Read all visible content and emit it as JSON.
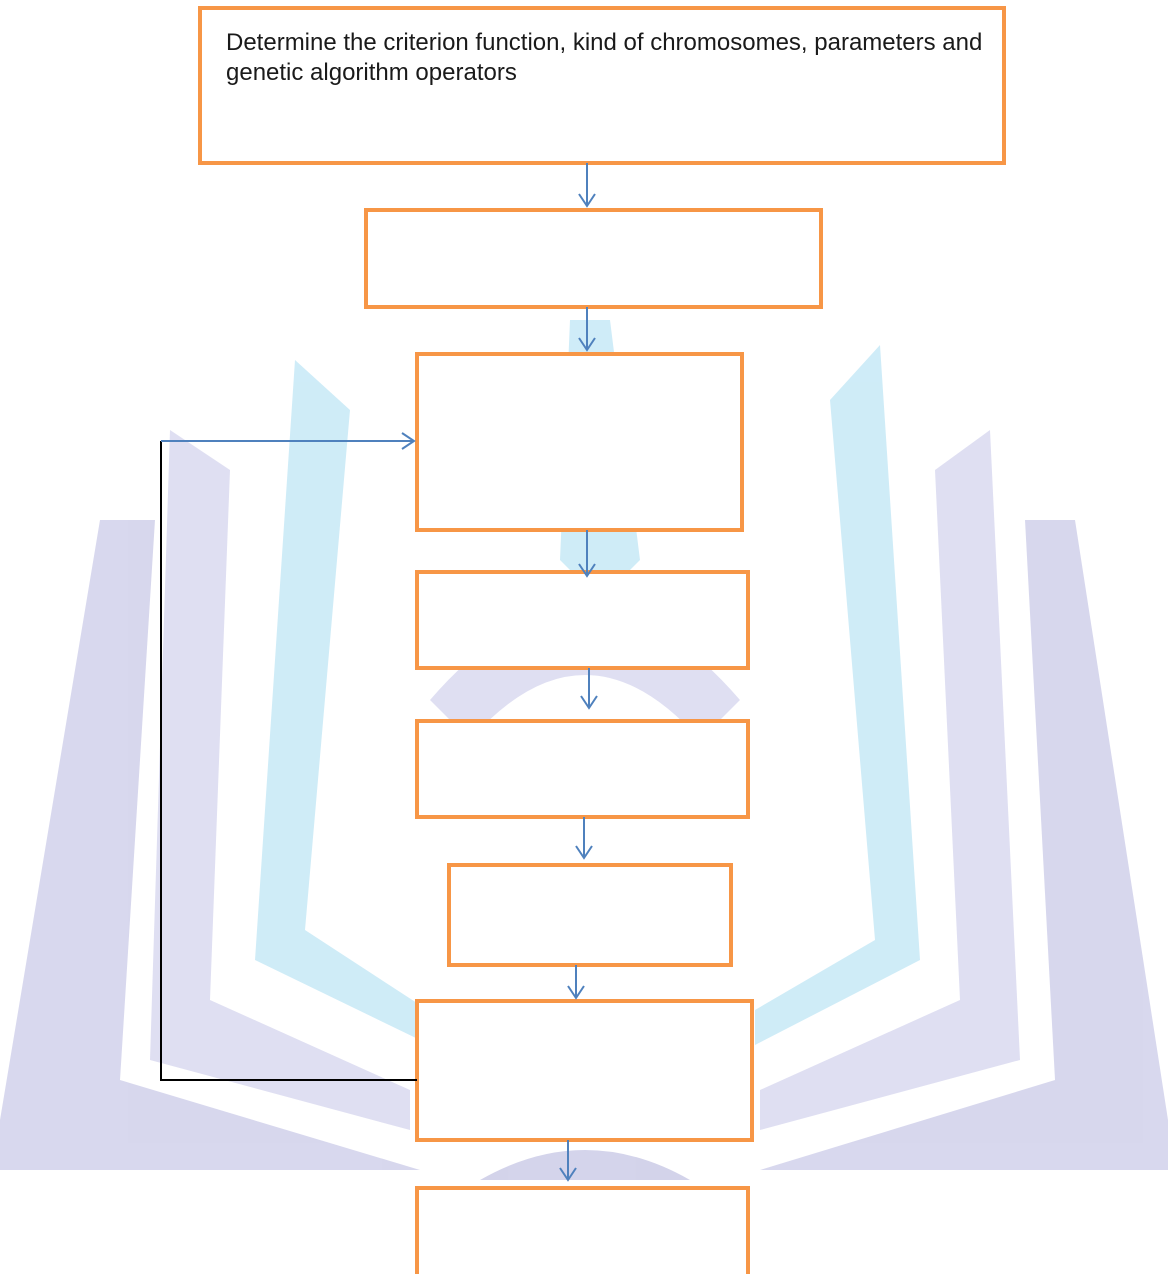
{
  "diagram": {
    "type": "flowchart",
    "colors": {
      "box_border": "#F79646",
      "arrow": "#4F81BD",
      "feedback_line": "#000000",
      "watermark_blue": "#B3B3DD",
      "watermark_cyan": "#7FD4F0"
    },
    "nodes": [
      {
        "id": "step1",
        "text": "Determine the criterion function, kind of chromosomes, parameters and genetic algorithm operators"
      },
      {
        "id": "step2",
        "text": ""
      },
      {
        "id": "step3",
        "text": ""
      },
      {
        "id": "step4",
        "text": ""
      },
      {
        "id": "step5",
        "text": ""
      },
      {
        "id": "step6",
        "text": ""
      },
      {
        "id": "step7",
        "text": ""
      },
      {
        "id": "step8",
        "text": ""
      }
    ],
    "edges": [
      {
        "from": "step1",
        "to": "step2"
      },
      {
        "from": "step2",
        "to": "step3"
      },
      {
        "from": "step3",
        "to": "step4"
      },
      {
        "from": "step4",
        "to": "step5"
      },
      {
        "from": "step5",
        "to": "step6"
      },
      {
        "from": "step6",
        "to": "step7"
      },
      {
        "from": "step7",
        "to": "step8"
      },
      {
        "from": "step7",
        "to": "step3",
        "kind": "feedback-loop"
      }
    ]
  }
}
